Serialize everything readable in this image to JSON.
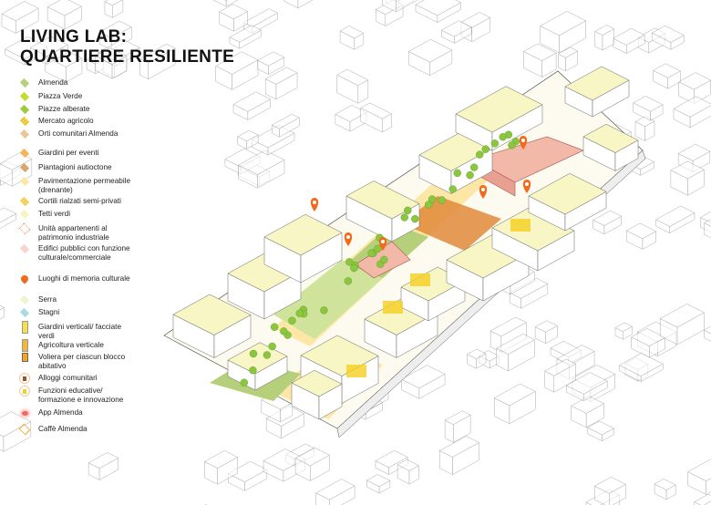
{
  "title": {
    "line1": "LIVING LAB:",
    "line2": "QUARTIERE RESILIENTE"
  },
  "legend": [
    {
      "label": "Almenda",
      "color": "#b5cf7a",
      "icon": "diamond"
    },
    {
      "label": "Piazza Verde",
      "color": "#c6dc2c",
      "icon": "diamond"
    },
    {
      "label": "Piazze alberate",
      "color": "#9ccc3c",
      "icon": "tree-diamond"
    },
    {
      "label": "Mercato agricolo",
      "color": "#e5c21c",
      "icon": "striped-diamond"
    },
    {
      "label": "Orti comunitari Almenda",
      "color": "#e8c89a",
      "icon": "diamond"
    },
    {
      "label": "Giardini per eventi",
      "color": "#f7b25a",
      "icon": "diamond"
    },
    {
      "label": "Piantagioni autioctone",
      "color": "#d9a66e",
      "icon": "diamond"
    },
    {
      "label": "Pavimentazione permeabile (drenante)",
      "color": "#fde7a6",
      "icon": "diamond"
    },
    {
      "label": "Cortili rialzati semi-privati",
      "color": "#f7c84a",
      "icon": "striped-diamond"
    },
    {
      "label": "Tetti verdi",
      "color": "#f5f5c0",
      "icon": "diamond"
    },
    {
      "label": "Unità appartenenti al patrimonio industriale",
      "color": "#f28a5a",
      "icon": "dotted-diamond"
    },
    {
      "label": "Edifici pubblici con funzione culturale/commerciale",
      "color": "#fad4cc",
      "icon": "diamond"
    },
    {
      "label": "Luoghi di memoria culturale",
      "color": "#f26a1b",
      "icon": "pin"
    },
    {
      "label": "Serra",
      "color": "#eef5d0",
      "icon": "diamond"
    },
    {
      "label": "Stagni",
      "color": "#a9dbe0",
      "icon": "diamond"
    },
    {
      "label": "Giardini verticali/ facciate verdi",
      "color": "#f5e04a",
      "icon": "bar"
    },
    {
      "label": "Agricoltura verticale",
      "color": "#f5b53a",
      "icon": "bar"
    },
    {
      "label": "Voliera per ciascun blocco abitativo",
      "color": "#f5a623",
      "icon": "birdhouse"
    },
    {
      "label": "Alloggi comunitari",
      "color": "#a0522d",
      "icon": "circle-house"
    },
    {
      "label": "Funzioni educative/ formazione e innovazione",
      "color": "#f5d020",
      "icon": "circle-square"
    },
    {
      "label": "App Almenda",
      "color": "#f26a5a",
      "icon": "burst"
    },
    {
      "label": "Caffè Almenda",
      "color": "#f5a623",
      "icon": "outline-diamond"
    }
  ]
}
